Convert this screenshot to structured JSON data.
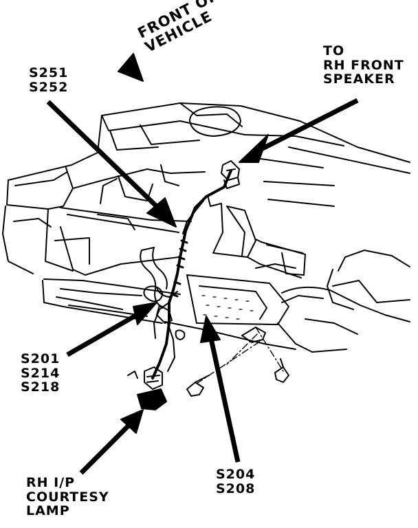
{
  "diagram": {
    "front_of_vehicle": [
      "FRONT OF",
      "VEHICLE"
    ],
    "callouts": {
      "rh_front_speaker": [
        "TO",
        "RH FRONT",
        "SPEAKER"
      ],
      "s251_s252": [
        "S251",
        "S252"
      ],
      "s201_s214_s218": [
        "S201",
        "S214",
        "S218"
      ],
      "rh_ip_courtesy_lamp": [
        "RH I/P",
        "COURTESY",
        "LAMP"
      ],
      "s204_s208": [
        "S204",
        "S208"
      ]
    }
  },
  "colors": {
    "ink": "#000000",
    "paper": "#ffffff"
  }
}
